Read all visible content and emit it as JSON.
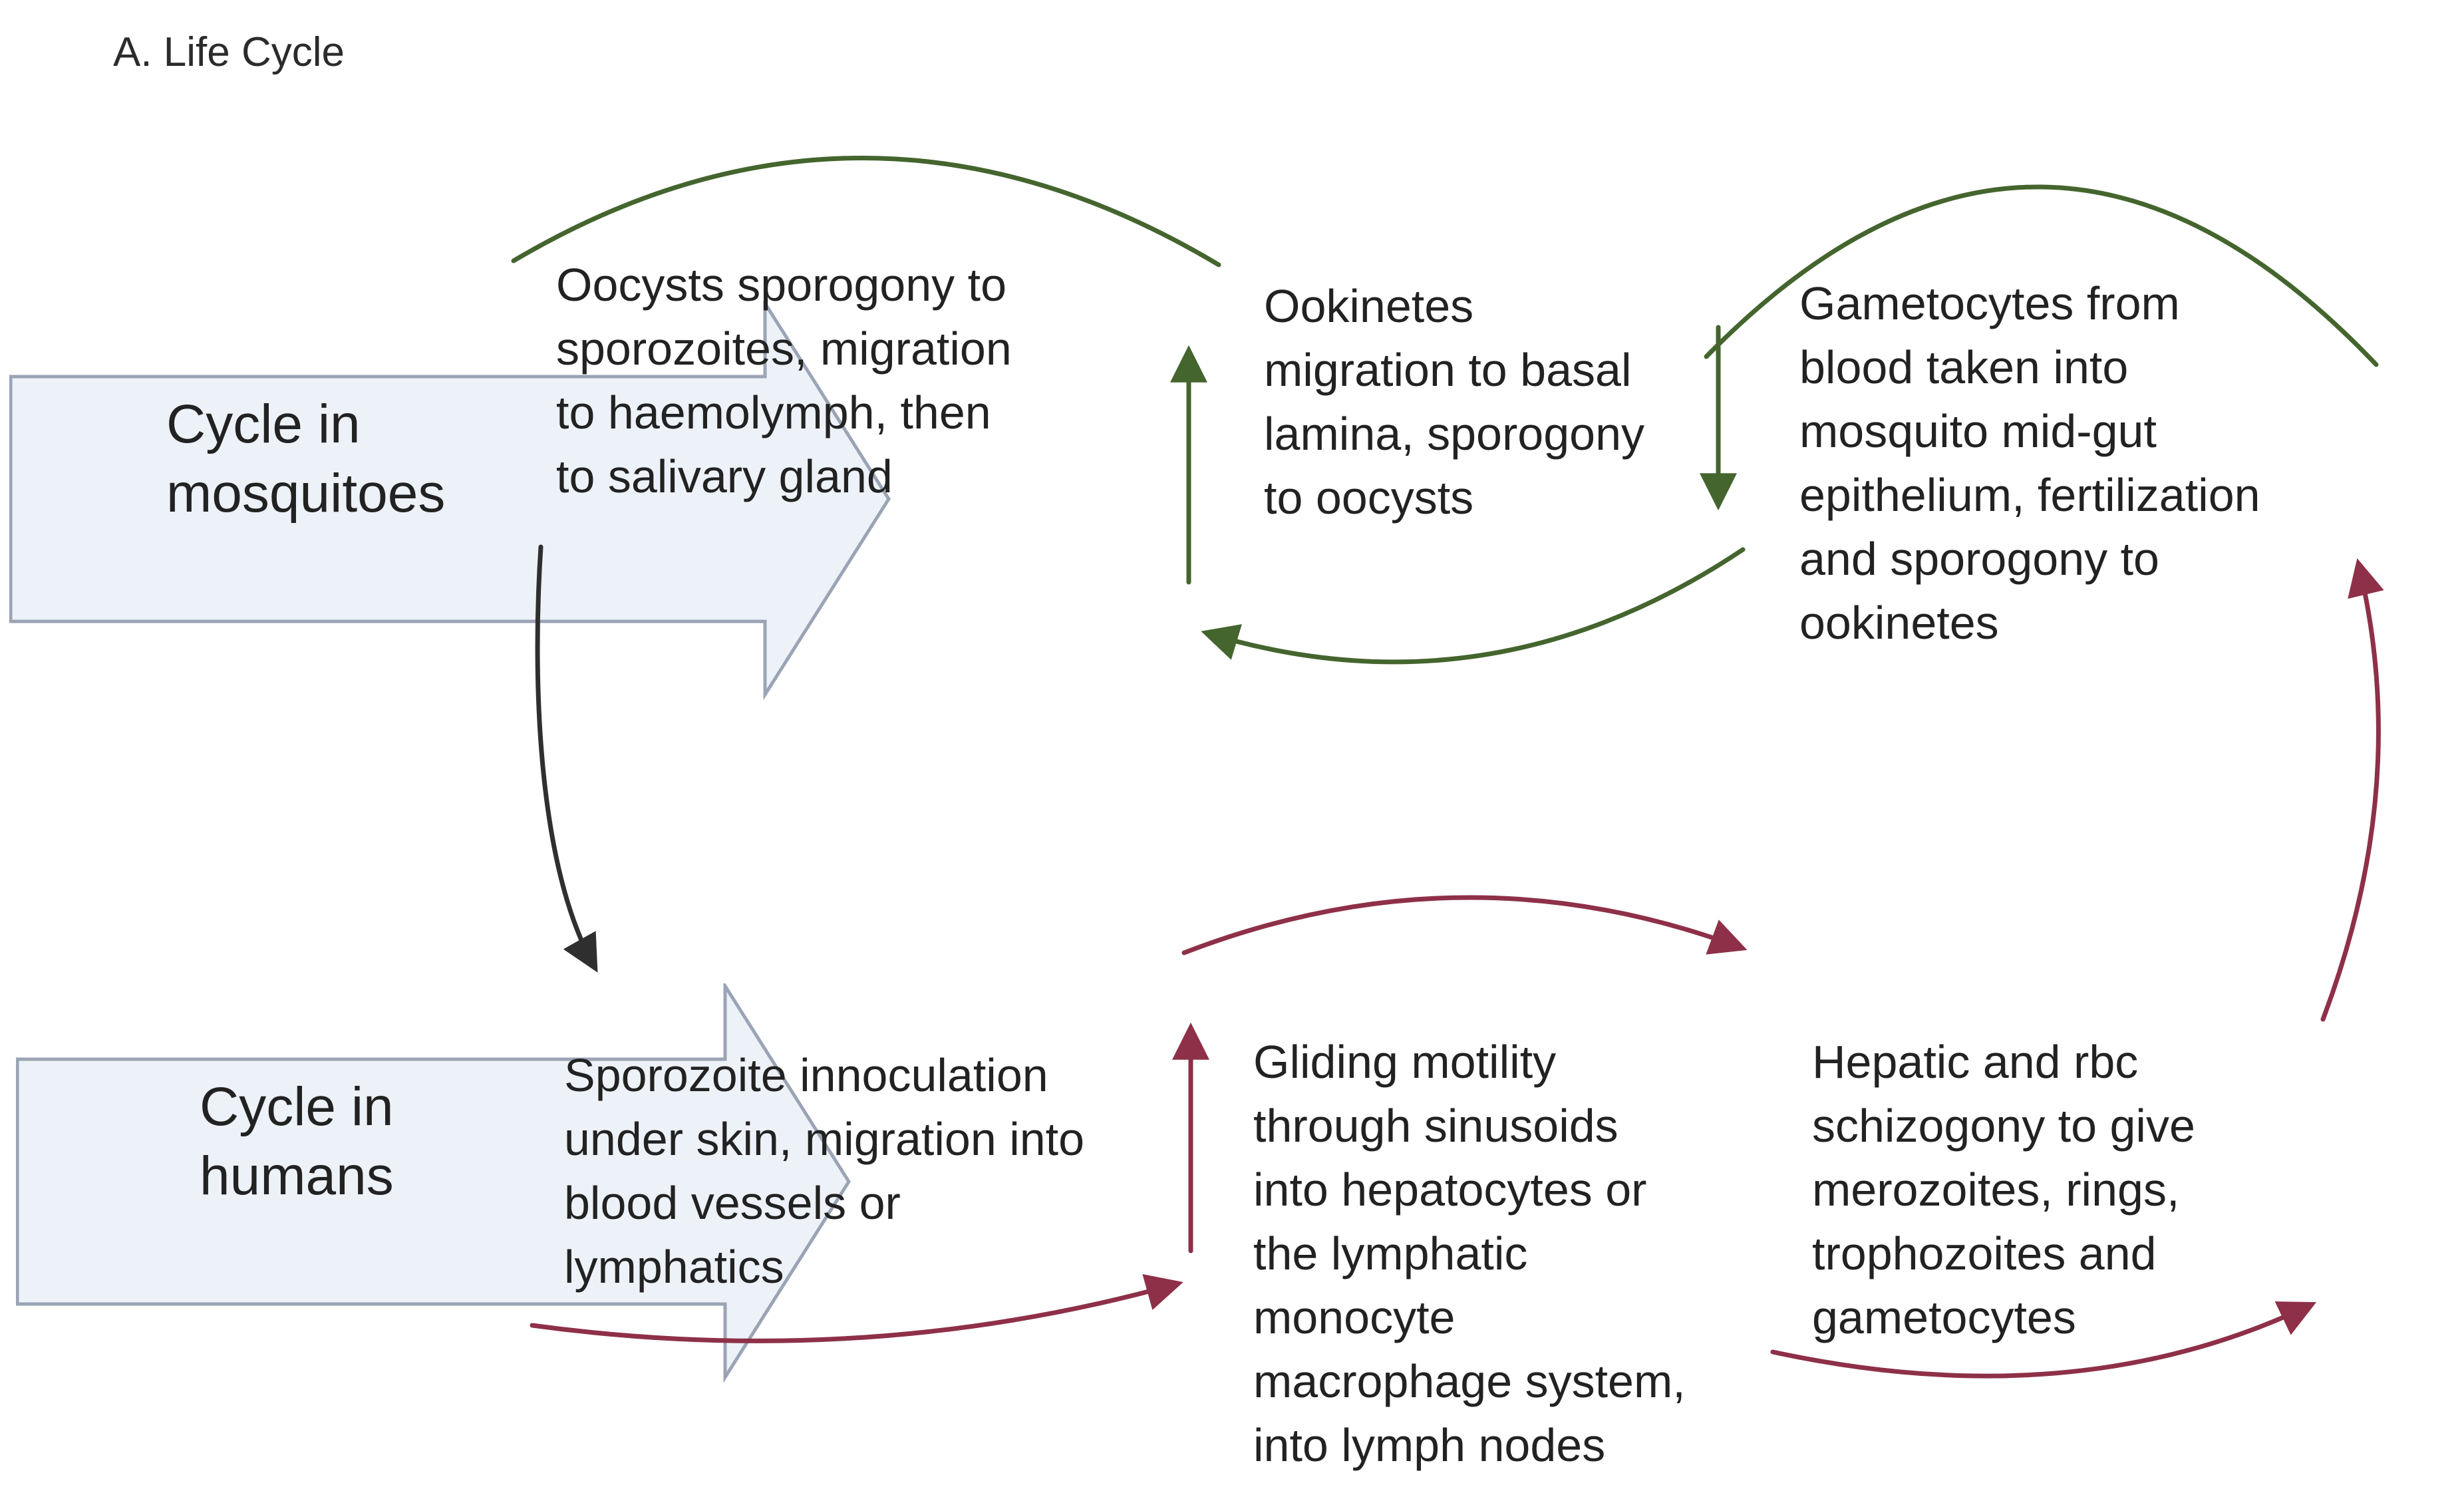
{
  "title": "A. Life Cycle",
  "colors": {
    "green": "#44652e",
    "red": "#8e3048",
    "black": "#2f2f2f",
    "cycle_arrow_fill": "#edf1f8",
    "cycle_arrow_border": "#9aa4b5",
    "text": "#2b2b2b"
  },
  "cycles": {
    "mosquito": {
      "label": "Cycle in\nmosquitoes"
    },
    "human": {
      "label": "Cycle in\nhumans"
    }
  },
  "nodes": {
    "oocysts": {
      "text": "Oocysts sporogony to\nsporozoites, migration\nto haemolymph, then\nto salivary gland"
    },
    "ookinetes": {
      "text": "Ookinetes\nmigration to basal\nlamina, sporogony\nto oocysts"
    },
    "gametocytes_mosquito": {
      "text": "Gametocytes from\nblood taken into\nmosquito mid-gut\nepithelium, fertilization\nand sporogony to\nookinetes"
    },
    "sporozoite": {
      "text": "Sporozoite innoculation\nunder skin, migration into\nblood vessels or\nlymphatics"
    },
    "gliding": {
      "text": "Gliding motility\nthrough sinusoids\ninto hepatocytes or\nthe lymphatic\nmonocyte\nmacrophage system,\ninto lymph nodes"
    },
    "hepatic": {
      "text": "Hepatic and rbc\nschizogony to give\nmerozoites, rings,\ntrophozoites and\ngametocytes"
    }
  },
  "arrows": {
    "green_cycle": "mosquito stage arrows",
    "red_cycle": "human stage arrows",
    "black_link": "mosquito cycle to human cycle"
  }
}
